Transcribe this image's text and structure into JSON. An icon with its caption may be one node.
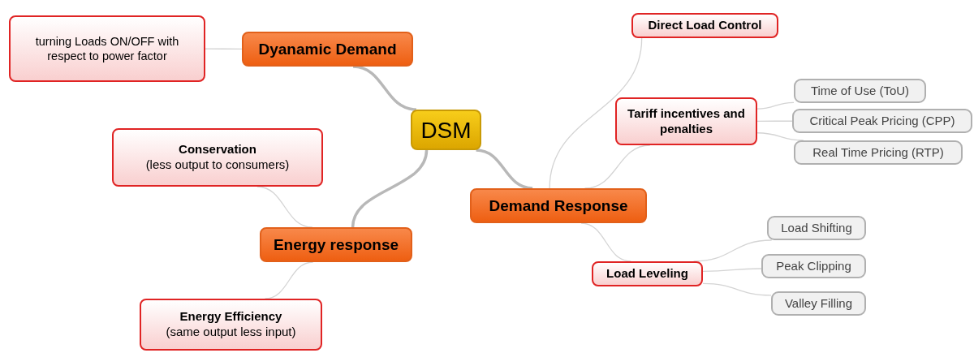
{
  "diagram": {
    "nodes": [
      {
        "text": [
          "DSM"
        ]
      },
      {
        "text": [
          "Dyanamic Demand"
        ]
      },
      {
        "text": [
          "turning Loads ON/OFF with respect to power factor"
        ]
      },
      {
        "text": [
          "Energy response"
        ]
      },
      {
        "text": [
          "Conservation",
          "(less output to consumers)"
        ]
      },
      {
        "text": [
          "Energy Efficiency",
          "(same output less input)"
        ]
      },
      {
        "text": [
          "Demand Response"
        ]
      },
      {
        "text": [
          "Direct Load Control"
        ]
      },
      {
        "text": [
          "Tariff incentives and penalties"
        ]
      },
      {
        "text": [
          "Time of Use (ToU)"
        ]
      },
      {
        "text": [
          "Critical Peak Pricing (CPP)"
        ]
      },
      {
        "text": [
          "Real Time Pricing (RTP)"
        ]
      },
      {
        "text": [
          "Load Leveling"
        ]
      },
      {
        "text": [
          "Load Shifting"
        ]
      },
      {
        "text": [
          "Peak Clipping"
        ]
      },
      {
        "text": [
          "Valley Filling"
        ]
      }
    ],
    "edges": [
      {
        "from": 0,
        "to": 1,
        "arrow": "none",
        "style": "thick"
      },
      {
        "from": 1,
        "to": 2,
        "arrow": "none"
      },
      {
        "from": 0,
        "to": 3,
        "arrow": "none",
        "style": "thick"
      },
      {
        "from": 3,
        "to": 4,
        "arrow": "none"
      },
      {
        "from": 3,
        "to": 5,
        "arrow": "none"
      },
      {
        "from": 0,
        "to": 6,
        "arrow": "none",
        "style": "thick"
      },
      {
        "from": 6,
        "to": 7,
        "arrow": "none"
      },
      {
        "from": 6,
        "to": 8,
        "arrow": "none"
      },
      {
        "from": 8,
        "to": 9,
        "arrow": "none"
      },
      {
        "from": 8,
        "to": 10,
        "arrow": "none"
      },
      {
        "from": 8,
        "to": 11,
        "arrow": "none"
      },
      {
        "from": 6,
        "to": 12,
        "arrow": "none"
      },
      {
        "from": 12,
        "to": 13,
        "arrow": "none"
      },
      {
        "from": 12,
        "to": 14,
        "arrow": "none"
      },
      {
        "from": 12,
        "to": 15,
        "arrow": "none"
      }
    ]
  }
}
